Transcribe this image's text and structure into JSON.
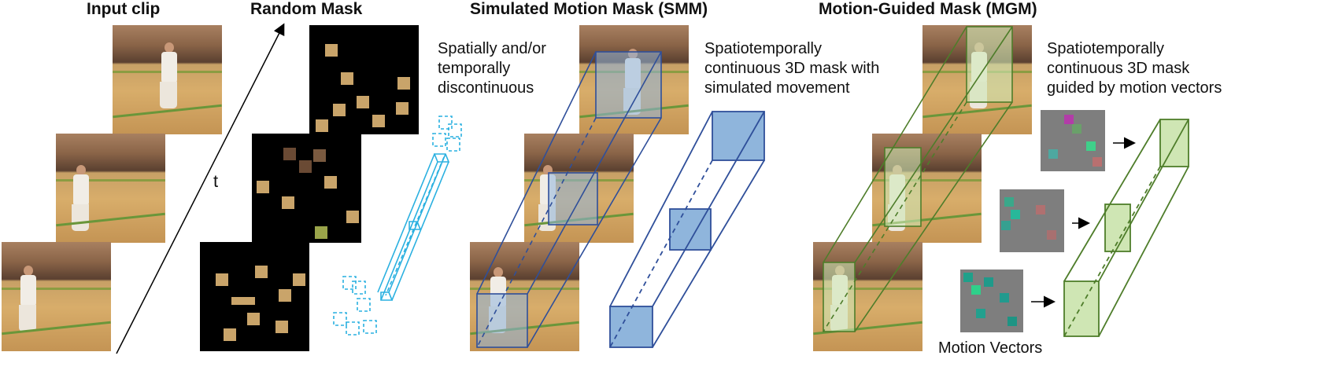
{
  "sections": {
    "input": {
      "title": "Input clip"
    },
    "random": {
      "title": "Random Mask",
      "desc": [
        "Spatially and/or",
        "temporally",
        "discontinuous"
      ]
    },
    "smm": {
      "title": "Simulated Motion Mask (SMM)",
      "desc": [
        "Spatiotemporally",
        "continuous 3D mask with",
        "simulated movement"
      ]
    },
    "mgm": {
      "title": "Motion-Guided Mask (MGM)",
      "desc": [
        "Spatiotemporally",
        "continuous 3D mask",
        "guided by motion vectors"
      ]
    }
  },
  "time_label": "t",
  "motion_vectors_label": "Motion Vectors",
  "colors": {
    "smm_box": "#2f4f9a",
    "smm_fill": "#8fb5dc",
    "mgm_box": "#4e7d2a",
    "mgm_fill": "#cfe6b4",
    "random_cube": "#2ab0e0"
  }
}
